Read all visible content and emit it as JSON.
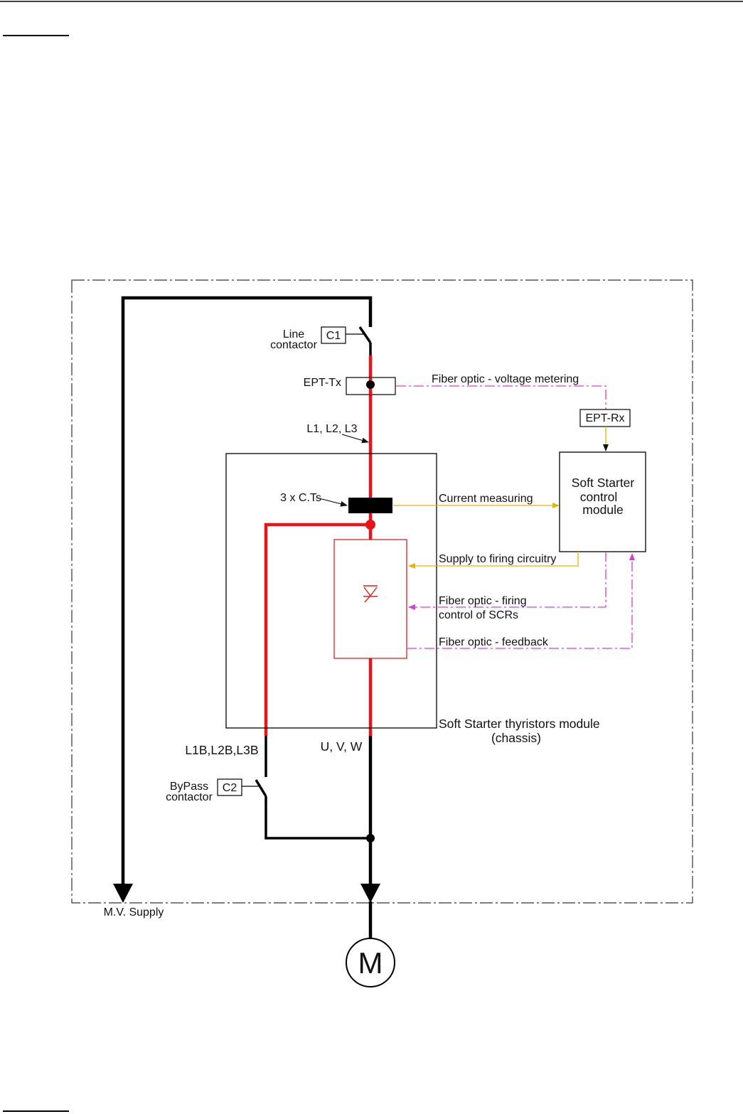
{
  "colors": {
    "power_line": "#e8141b",
    "main_line": "#000000",
    "voltage_fiber": "#d63dd6",
    "current_signal": "#e8b400",
    "thyristor_box": "#d9221c"
  },
  "labels": {
    "line_contactor_1": "Line",
    "line_contactor_2": "contactor",
    "c1": "C1",
    "ept_tx": "EPT-Tx",
    "fiber_voltage": "Fiber optic - voltage metering",
    "ept_rx": "EPT-Rx",
    "l123": "L1, L2, L3",
    "control_1": "Soft Starter",
    "control_2": "control",
    "control_3": "module",
    "cts": "3 x C.Ts",
    "current_measuring": "Current measuring",
    "supply_firing": "Supply to firing circuitry",
    "fiber_firing_1": "Fiber optic - firing",
    "fiber_firing_2": "control of SCRs",
    "fiber_feedback": "Fiber optic - feedback",
    "module_1": "Soft Starter thyristors module",
    "module_2": "(chassis)",
    "l123b": "L1B,L2B,L3B",
    "uvw": "U, V, W",
    "bypass_1": "ByPass",
    "bypass_2": "contactor",
    "c2": "C2",
    "mv_supply": "M.V. Supply",
    "motor": "M"
  },
  "icons": [
    "thyristor-icon",
    "motor-icon"
  ]
}
